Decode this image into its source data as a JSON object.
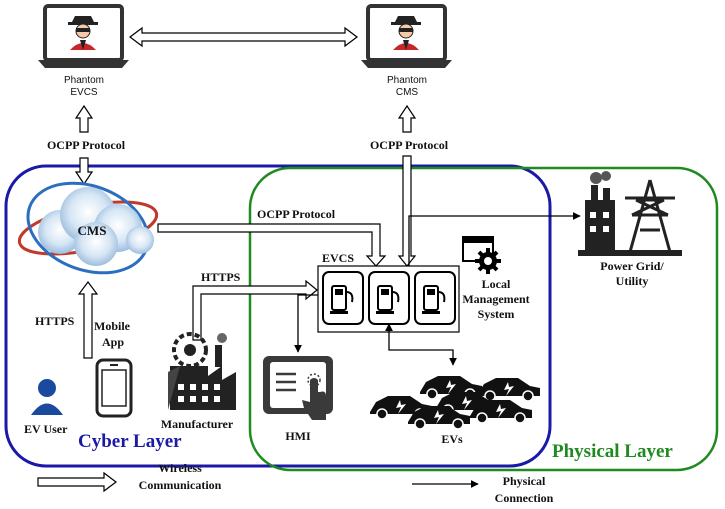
{
  "nodes": {
    "phantom_evcs": {
      "line1": "Phantom",
      "line2": "EVCS"
    },
    "phantom_cms": {
      "line1": "Phantom",
      "line2": "CMS"
    },
    "cms": {
      "label": "CMS"
    },
    "evcs": {
      "label": "EVCS"
    },
    "local_mgmt": {
      "line1": "Local",
      "line2": "Management",
      "line3": "System"
    },
    "power_grid": {
      "line1": "Power Grid/",
      "line2": "Utility"
    },
    "mobile_app": {
      "line1": "Mobile",
      "line2": "App"
    },
    "ev_user": {
      "label": "EV User"
    },
    "manufacturer": {
      "label": "Manufacturer"
    },
    "hmi": {
      "label": "HMI"
    },
    "evs": {
      "label": "EVs"
    }
  },
  "links": {
    "ocpp_left": "OCPP Protocol",
    "ocpp_right": "OCPP Protocol",
    "ocpp_mid": "OCPP Protocol",
    "https_app": "HTTPS",
    "https_mfr": "HTTPS"
  },
  "layers": {
    "cyber": {
      "label": "Cyber Layer",
      "color": "#1a1aa6"
    },
    "physical": {
      "label": "Physical Layer",
      "color": "#1f8a1f"
    }
  },
  "legend": {
    "wireless": {
      "line1": "Wireless",
      "line2": "Communication"
    },
    "physical": {
      "line1": "Physical",
      "line2": "Connection"
    }
  }
}
